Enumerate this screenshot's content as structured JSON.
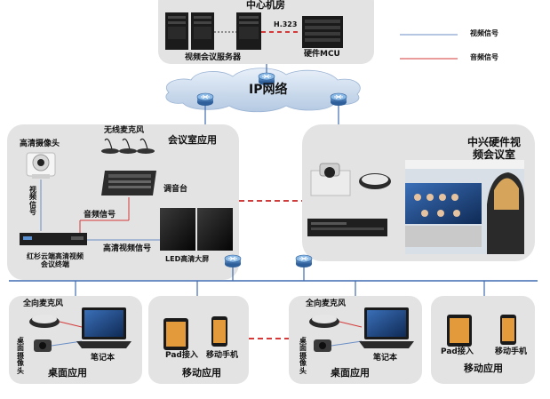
{
  "data_center": {
    "title": "中心机房",
    "link_label": "H.323",
    "server_label": "视频会议服务器",
    "mcu_label": "硬件MCU"
  },
  "legend": {
    "video": "视频信号",
    "audio": "音频信号",
    "video_color": "#6a8ec6",
    "audio_color": "#d43a3a"
  },
  "network": {
    "label": "IP网络"
  },
  "meeting_room": {
    "title": "会议室应用",
    "camera": "高清摄像头",
    "wireless_mic": "无线麦克风",
    "video_signal": "视频信号",
    "mixer": "调音台",
    "audio_signal": "音频信号",
    "hd_video_signal": "高清视频信号",
    "terminal": "红杉云端高清视频会议终端",
    "led": "LED高清大屏"
  },
  "zte_room": {
    "title": "中兴硬件视频会议室"
  },
  "desktop_1": {
    "mic": "全向麦克风",
    "cam": "桌面摄像头",
    "laptop": "笔记本",
    "title": "桌面应用"
  },
  "mobile_1": {
    "pad": "Pad接入",
    "phone": "移动手机",
    "title": "移动应用"
  },
  "desktop_2": {
    "mic": "全向麦克风",
    "cam": "桌面摄像头",
    "laptop": "笔记本",
    "title": "桌面应用"
  },
  "mobile_2": {
    "pad": "Pad接入",
    "phone": "移动手机",
    "title": "移动应用"
  },
  "colors": {
    "panel": "#e3e3e3",
    "bus": "#3f6bb0",
    "dash": "#d43a3a",
    "cloud": "#c8d9ec"
  }
}
